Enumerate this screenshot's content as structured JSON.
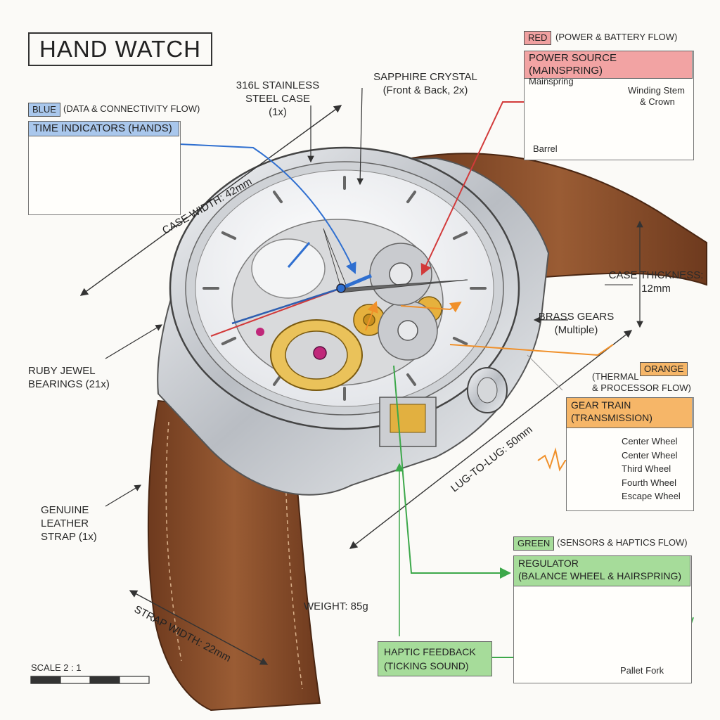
{
  "title": "HAND WATCH",
  "scale": "SCALE 2 : 1",
  "colors": {
    "blue": "#2f6fd0",
    "red": "#d23a3a",
    "orange": "#f0902a",
    "green": "#3ca84a",
    "leather": "#8a4f2c",
    "steel": "#d8dbdf"
  },
  "legend": {
    "blue": {
      "tag": "BLUE",
      "desc": "(DATA & CONNECTIVITY FLOW)",
      "header": "TIME INDICATORS (HANDS)"
    },
    "red": {
      "tag": "RED",
      "desc": "(POWER & BATTERY FLOW)",
      "header": "POWER SOURCE (MAINSPRING)",
      "labels": {
        "mainspring": "Mainspring",
        "winding": "Winding Stem",
        "crown": "& Crown",
        "barrel": "Barrel"
      }
    },
    "orange": {
      "tag": "ORANGE",
      "desc_line1": "(THERMAL",
      "desc_line2": "& PROCESSOR FLOW)",
      "header_line1": "GEAR TRAIN",
      "header_line2": "(TRANSMISSION)",
      "wheels": [
        "Center Wheel",
        "Center Wheel",
        "Third Wheel",
        "Fourth Wheel",
        "Escape Wheel"
      ]
    },
    "green": {
      "tag": "GREEN",
      "desc": "(SENSORS & HAPTICS FLOW)",
      "header_line1": "REGULATOR",
      "header_line2": "(BALANCE WHEEL & HAIRSPRING)",
      "pallet": "Pallet Fork"
    }
  },
  "callouts": {
    "case_line1": "316L STAINLESS",
    "case_line2": "STEEL CASE",
    "case_line3": "(1x)",
    "crystal_line1": "SAPPHIRE CRYSTAL",
    "crystal_line2": "(Front & Back, 2x)",
    "case_width": "CASE WIDTH: 42mm",
    "thickness_line1": "CASE THICKNESS:",
    "thickness_line2": "12mm",
    "gears_line1": "BRASS GEARS",
    "gears_line2": "(Multiple)",
    "ruby_line1": "RUBY JEWEL",
    "ruby_line2": "BEARINGS (21x)",
    "lug": "LUG-TO-LUG: 50mm",
    "strap_line1": "GENUINE",
    "strap_line2": "LEATHER",
    "strap_line3": "STRAP (1x)",
    "weight": "WEIGHT: 85g",
    "strap_width": "STRAP WIDTH: 22mm",
    "haptic_line1": "HAPTIC FEEDBACK",
    "haptic_line2": "(TICKING SOUND)"
  }
}
